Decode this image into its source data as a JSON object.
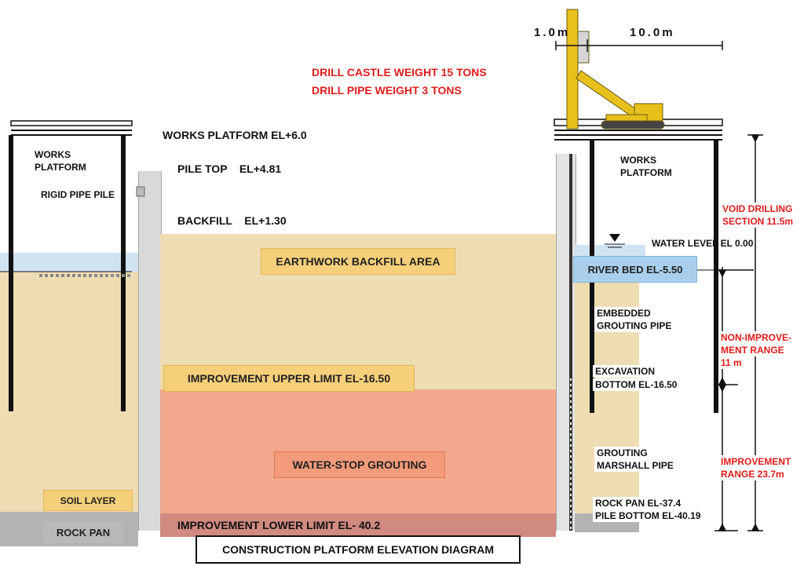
{
  "header": {
    "dim_left": "1.0m",
    "dim_right": "10.0m",
    "drill_castle": "DRILL CASTLE WEIGHT 15 TONS",
    "drill_pipe": "DRILL PIPE WEIGHT 3 TONS"
  },
  "left": {
    "works_platform_line1": "WORKS",
    "works_platform_line2": "PLATFORM",
    "rigid_pipe_pile": "RIGID PIPE PILE",
    "soil_layer": "SOIL LAYER",
    "rock_pan": "ROCK PAN"
  },
  "center": {
    "works_platform_el": "WORKS PLATFORM EL+6.0",
    "pile_top": "PILE TOP    EL+4.81",
    "backfill": "BACKFILL    EL+1.30",
    "earthwork": "EARTHWORK BACKFILL AREA",
    "improvement_upper": "IMPROVEMENT UPPER LIMIT EL-16.50",
    "water_stop": "WATER-STOP GROUTING",
    "improvement_lower": "IMPROVEMENT LOWER LIMIT EL- 40.2",
    "title": "CONSTRUCTION PLATFORM ELEVATION DIAGRAM"
  },
  "right": {
    "works_platform_line1": "WORKS",
    "works_platform_line2": "PLATFORM",
    "water_level": "WATER LEVEL EL 0.00",
    "river_bed": "RIVER BED EL-5.50",
    "embedded_line1": "EMBEDDED",
    "embedded_line2": "GROUTING PIPE",
    "excavation_line1": "EXCAVATION",
    "excavation_line2": "BOTTOM EL-16.50",
    "grouting_line1": "GROUTING",
    "grouting_line2": "MARSHALL PIPE",
    "rock_line1": "ROCK PAN EL-37.4",
    "rock_line2": "PILE BOTTOM EL-40.19",
    "void_line1": "VOID DRILLING",
    "void_line2": "SECTION 11.5m",
    "nonimp_line1": "NON-IMPROVE-",
    "nonimp_line2": "MENT RANGE",
    "nonimp_line3": "11 m",
    "imp_line1": "IMPROVEMENT",
    "imp_line2": "RANGE 23.7m"
  },
  "colors": {
    "soil": "#eedcb3",
    "grouting": "#f2a88c",
    "rock": "#b3b3b3",
    "water": "#cfe3f3",
    "rig": "#e8c01c",
    "red_text": "#e01b1b"
  }
}
